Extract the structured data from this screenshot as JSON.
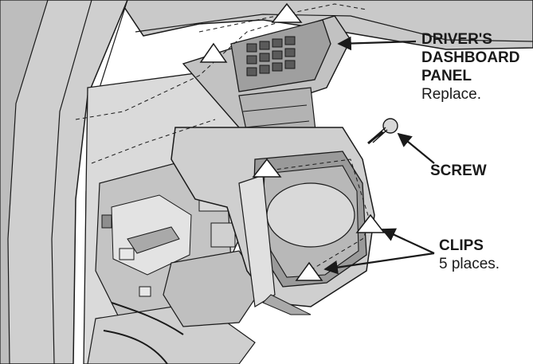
{
  "callouts": {
    "dashboard_panel": {
      "line1": "DRIVER'S",
      "line2": "DASHBOARD",
      "line3": "PANEL",
      "note": "Replace."
    },
    "screw": {
      "label": "SCREW"
    },
    "clips": {
      "label": "CLIPS",
      "note": "5 places."
    }
  },
  "colors": {
    "line": "#1a1a1a",
    "part_fill": "#d4d4d4",
    "part_shadow": "#b5b5b5",
    "part_dark": "#8e8e8e",
    "background": "#ffffff"
  }
}
